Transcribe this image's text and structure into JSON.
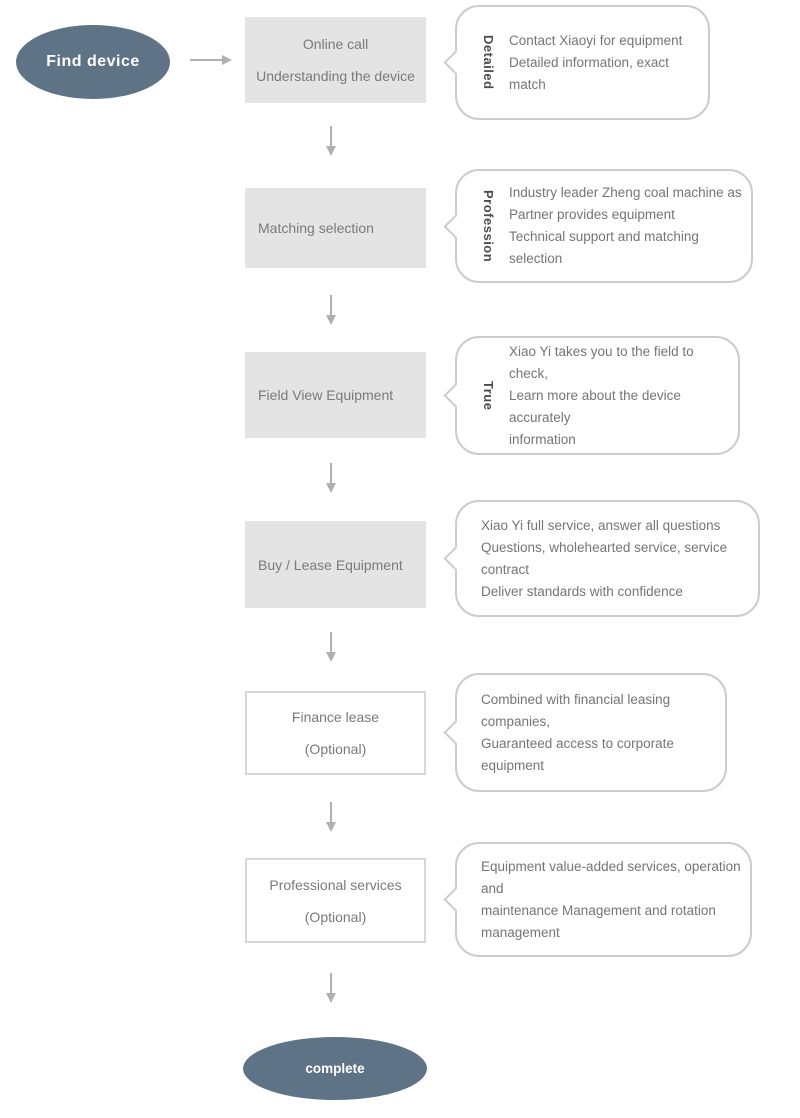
{
  "flow": {
    "start": {
      "label": "Find device"
    },
    "end": {
      "label": "complete"
    },
    "steps": [
      {
        "box_lines": [
          "Online call",
          "Understanding the device"
        ],
        "box_style": "filled",
        "tag": "Detailed",
        "note_lines": [
          "Contact Xiaoyi for equipment",
          "Detailed information, exact match"
        ]
      },
      {
        "box_lines": [
          "Matching selection"
        ],
        "box_style": "filled",
        "tag": "Profession",
        "note_lines": [
          "Industry leader Zheng coal machine as",
          "Partner provides equipment",
          "Technical support and matching selection"
        ]
      },
      {
        "box_lines": [
          "Field View Equipment"
        ],
        "box_style": "filled",
        "tag": "True",
        "note_lines": [
          "Xiao Yi takes you to the field to check,",
          "Learn more about the device accurately",
          "information"
        ]
      },
      {
        "box_lines": [
          "Buy / Lease Equipment"
        ],
        "box_style": "filled",
        "tag": "",
        "note_lines": [
          "Xiao Yi full service, answer all questions",
          "Questions, wholehearted service, service contract",
          "Deliver standards with confidence"
        ]
      },
      {
        "box_lines": [
          "Finance lease",
          "(Optional)"
        ],
        "box_style": "outline",
        "tag": "",
        "note_lines": [
          "Combined with financial leasing companies,",
          "Guaranteed access to corporate equipment"
        ]
      },
      {
        "box_lines": [
          "Professional services",
          "(Optional)"
        ],
        "box_style": "outline",
        "tag": "",
        "note_lines": [
          "Equipment value-added services, operation and",
          "maintenance Management and rotation",
          "management"
        ]
      }
    ],
    "colors": {
      "terminal_fill": "#5e7386",
      "terminal_text": "#ffffff",
      "box_fill": "#e4e4e4",
      "box_text": "#7a7a7a",
      "outline_border": "#d8d8d8",
      "bubble_border": "#cccccc",
      "note_text": "#757575",
      "tag_text": "#4d4d4d",
      "arrow": "#b0b0b0"
    },
    "icons": [
      "right-arrow-icon",
      "down-arrow-icon"
    ]
  }
}
